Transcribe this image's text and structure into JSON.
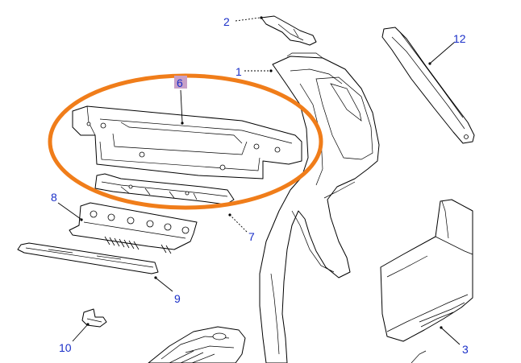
{
  "highlight": {
    "ellipse_color": "#f07d1a",
    "badge_color": "#c8a0c8"
  },
  "text_color": "#1a2fc8",
  "callouts": [
    {
      "id": "c1",
      "label": "1"
    },
    {
      "id": "c2",
      "label": "2"
    },
    {
      "id": "c3",
      "label": "3"
    },
    {
      "id": "c6",
      "label": "6"
    },
    {
      "id": "c7",
      "label": "7"
    },
    {
      "id": "c8",
      "label": "8"
    },
    {
      "id": "c9",
      "label": "9"
    },
    {
      "id": "c10",
      "label": "10"
    },
    {
      "id": "c12",
      "label": "12"
    }
  ]
}
